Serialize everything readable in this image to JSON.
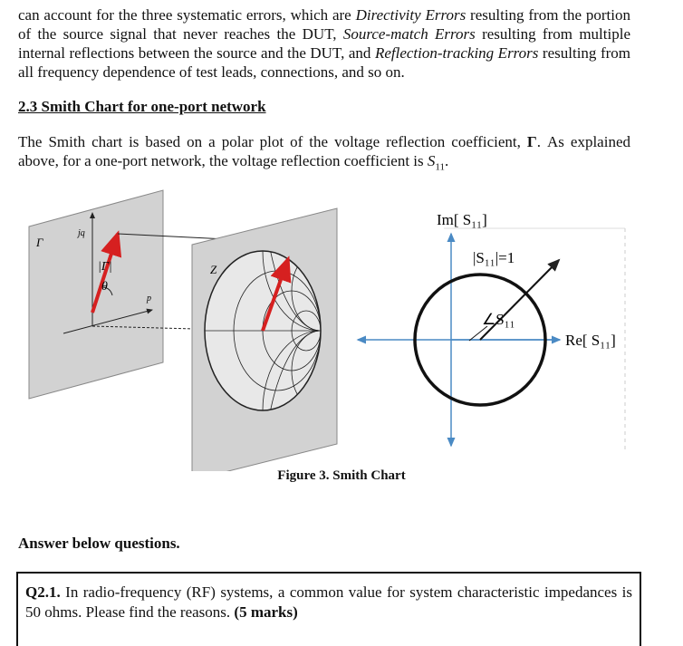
{
  "intro": {
    "part1": "can account for the three systematic errors, which are ",
    "term1": "Directivity Errors",
    "part2": " resulting from the portion of the source signal that never reaches the DUT, ",
    "term2": "Source-match Errors",
    "part3": " resulting from multiple internal reflections between the source and the DUT, and ",
    "term3": "Reflection-tracking Errors",
    "part4": " resulting from all frequency dependence of test leads, connections, and so on."
  },
  "section": {
    "heading": "2.3 Smith Chart for one-port network"
  },
  "smith_para": {
    "part1": "The Smith chart is based on a polar plot of the voltage reflection coefficient, ",
    "gamma": "Γ",
    "part2": ". As explained above, for a one-port network, the voltage reflection coefficient is ",
    "s": "S",
    "sub": "11",
    "part3": "."
  },
  "figure": {
    "left_panel": {
      "gamma": "Γ",
      "jq": "jq",
      "mag_gamma": "|Γ|",
      "theta": "θ",
      "p": "p"
    },
    "middle_panel": {
      "z": "Z"
    },
    "right_panel": {
      "im_label": "Im[ S₁₁]",
      "re_label": "Re[ S₁₁]",
      "mag_label": "|S₁₁|=1",
      "angle_label": "∠S₁₁"
    },
    "caption": "Figure 3. Smith Chart"
  },
  "answer_heading": "Answer below questions.",
  "question": {
    "number": "Q2.1.",
    "text": " In radio-frequency (RF) systems, a common value for system characteristic impedances is 50 ohms. Please find the reasons. ",
    "marks": "(5 marks)"
  }
}
